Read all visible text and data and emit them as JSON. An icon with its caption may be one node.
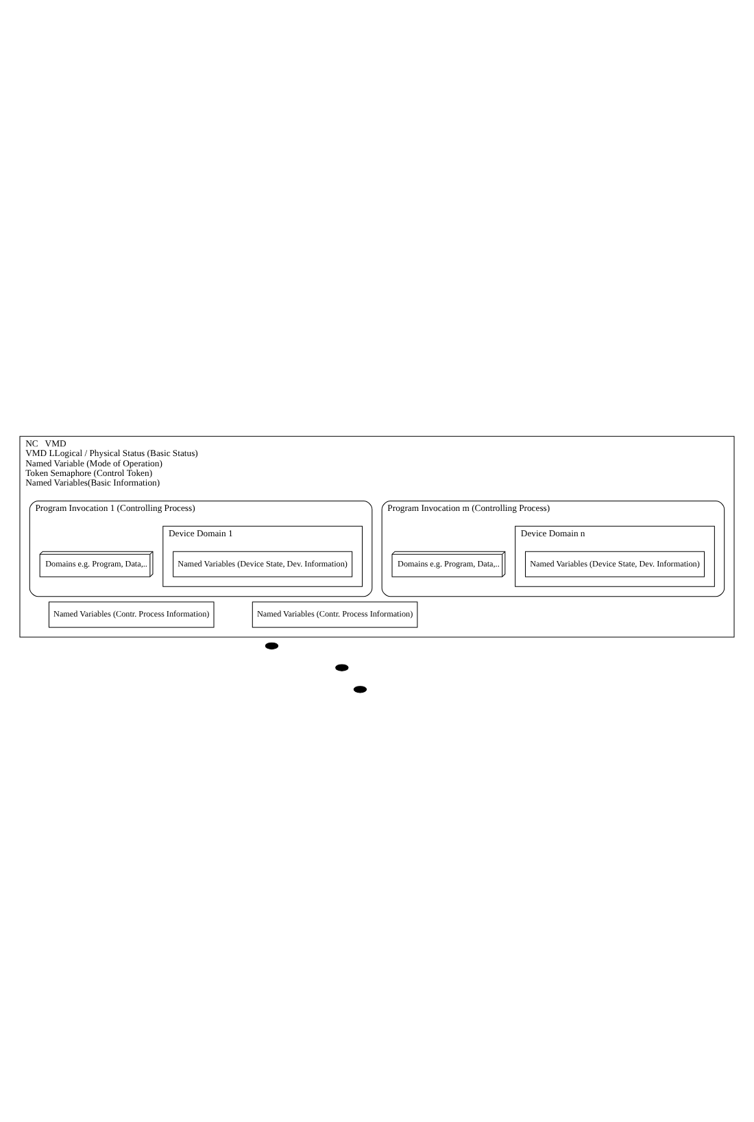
{
  "diagram": {
    "nodes": [
      {
        "text": [
          "NC   VMD",
          "VMD LLogical / Physical Status (Basic Status)",
          "Named Variable (Mode of Operation)",
          "Token Semaphore (Control Token)",
          "Named Variables(Basic Information)"
        ]
      },
      {
        "text": [
          "Program Invocation 1 (Controlling Process)"
        ],
        "in": 0
      },
      {
        "text": [
          "Domains e.g. Program, Data,.."
        ],
        "in": 1
      },
      {
        "text": [
          "Device Domain 1"
        ],
        "in": 1
      },
      {
        "text": [
          "Named Variables (Device State, Dev. Information)"
        ],
        "in": 3
      },
      {
        "text": [
          "Named Variables (Contr. Process Information)"
        ],
        "in": 0
      },
      {
        "text": [
          "Program Invocation m (Controlling Process)"
        ],
        "in": 0
      },
      {
        "text": [
          "Domains e.g. Program, Data,.."
        ],
        "in": 6
      },
      {
        "text": [
          "Device Domain n"
        ],
        "in": 6
      },
      {
        "text": [
          "Named Variables (Device State, Dev. Information)"
        ],
        "in": 8
      },
      {
        "text": [
          "Named Variables (Contr. Process Information)"
        ],
        "in": 0
      }
    ],
    "edges": []
  }
}
